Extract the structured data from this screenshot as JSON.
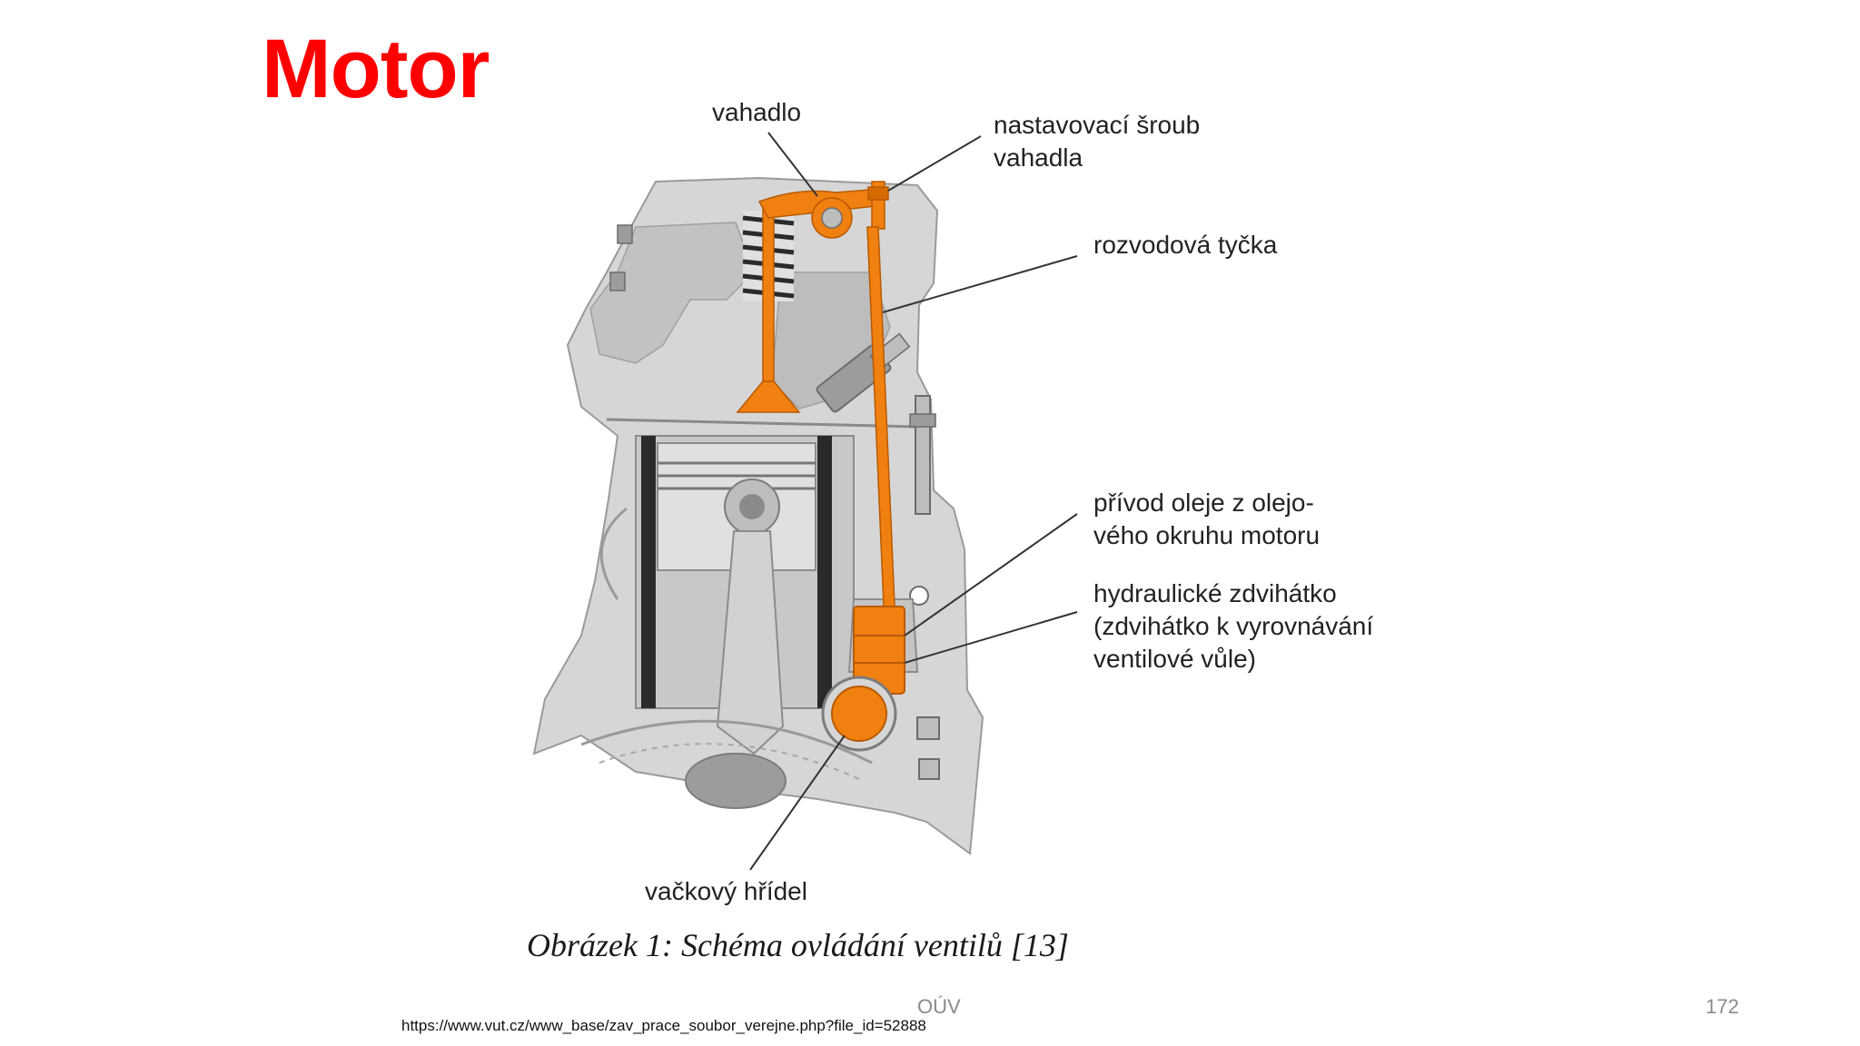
{
  "slide": {
    "title": "Motor",
    "footer_center": "OÚV",
    "page_number": "172",
    "source_url": "https://www.vut.cz/www_base/zav_prace_soubor_verejne.php?file_id=52888"
  },
  "figure": {
    "caption": "Obrázek 1:  Schéma ovládání ventilů [13]",
    "labels": {
      "rocker_arm": "vahadlo",
      "rocker_adjust_screw": "nastavovací šroub\nvahadla",
      "pushrod": "rozvodová tyčka",
      "oil_supply": "přívod oleje z olejo-\nvého okruhu motoru",
      "hydraulic_lifter": "hydraulické zdvihátko\n(zdvihátko k vyrovnávání\nventilové vůle)",
      "camshaft": "vačkový hřídel"
    },
    "colors": {
      "highlight": "#f08010",
      "metal_light": "#d6d6d6",
      "metal_mid": "#b4b4b4",
      "metal_dark": "#7c7c7c",
      "title_red": "#ff0000"
    }
  }
}
